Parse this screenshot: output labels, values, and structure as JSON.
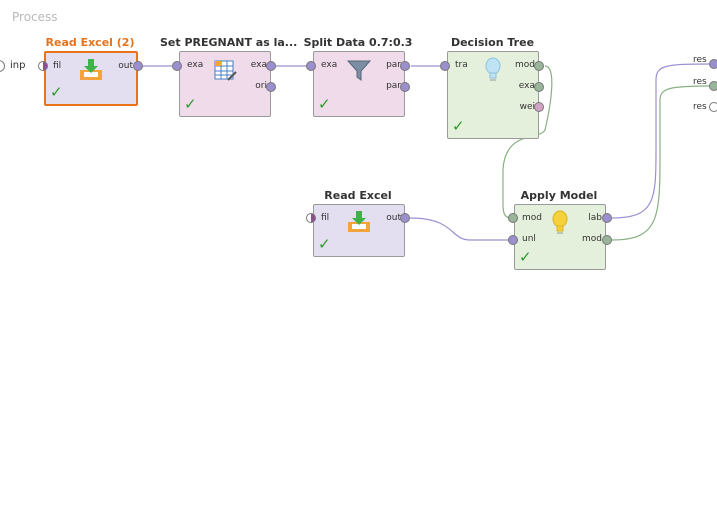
{
  "process_label": "Process",
  "input_port_label": "inp",
  "operators": {
    "read_excel_2": {
      "title": "Read Excel (2)",
      "in": "fil",
      "out": "out"
    },
    "set_role": {
      "title": "Set PREGNANT as la...",
      "in": "exa",
      "out1": "exa",
      "out2": "ori"
    },
    "split_data": {
      "title": "Split Data 0.7:0.3",
      "in": "exa",
      "out1": "par",
      "out2": "par"
    },
    "decision_tree": {
      "title": "Decision Tree",
      "in": "tra",
      "out1": "mod",
      "out2": "exa",
      "out3": "wei"
    },
    "read_excel": {
      "title": "Read Excel",
      "in": "fil",
      "out": "out"
    },
    "apply_model": {
      "title": "Apply Model",
      "in1": "mod",
      "in2": "unl",
      "out1": "lab",
      "out2": "mod"
    }
  },
  "result_ports": [
    "res",
    "res",
    "res"
  ],
  "colors": {
    "selected": "#e8731a",
    "check": "#2b9b2b",
    "example_wire": "#9b8fd0",
    "model_wire": "#88b082"
  }
}
